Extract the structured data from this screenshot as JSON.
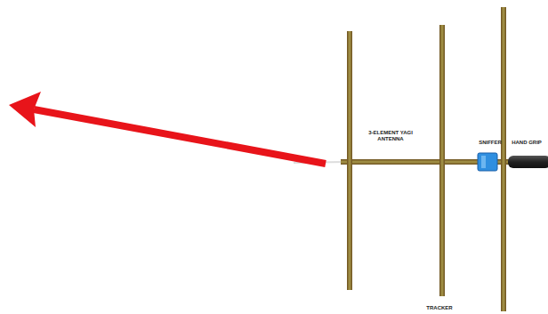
{
  "diagram": {
    "labels": [
      "3-ELEMENT YAGI ANTENNA",
      "SNIFFER",
      "HAND GRIP",
      "TRACKER"
    ]
  }
}
